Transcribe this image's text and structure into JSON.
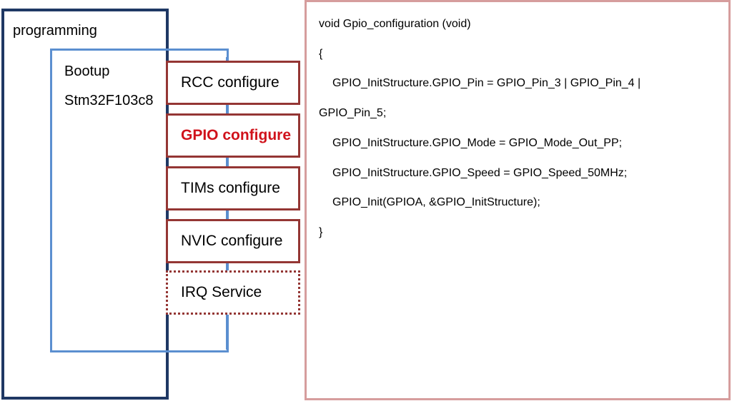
{
  "outer": {
    "label": "programming"
  },
  "inner": {
    "title": "Bootup",
    "subtitle": "Stm32F103c8"
  },
  "steps": [
    {
      "label": "RCC configure"
    },
    {
      "label": "GPIO configure",
      "active": true
    },
    {
      "label": "TIMs configure"
    },
    {
      "label": "NVIC configure"
    },
    {
      "label": "IRQ Service",
      "dotted": true
    }
  ],
  "code": {
    "lines": [
      "void Gpio_configuration (void)",
      "{",
      "GPIO_InitStructure.GPIO_Pin = GPIO_Pin_3 | GPIO_Pin_4 |",
      "GPIO_Pin_5;",
      "GPIO_InitStructure.GPIO_Mode = GPIO_Mode_Out_PP;",
      "GPIO_InitStructure.GPIO_Speed = GPIO_Speed_50MHz;",
      "GPIO_Init(GPIOA, &GPIO_InitStructure);",
      "}"
    ]
  },
  "colors": {
    "outer_border": "#1f3864",
    "inner_border": "#5b8fd0",
    "step_border": "#943634",
    "active_text": "#d0121b",
    "code_border": "#d69d9d"
  }
}
